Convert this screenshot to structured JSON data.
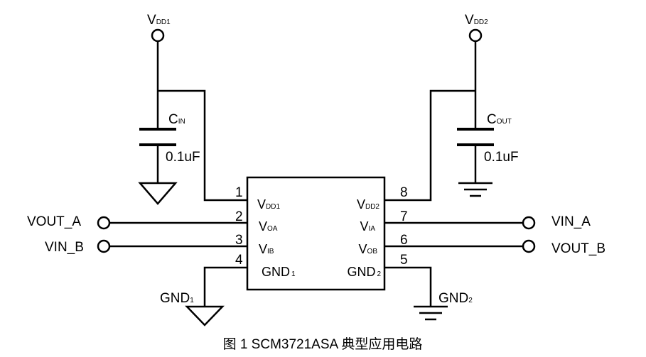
{
  "diagram": {
    "chip": {
      "pins": [
        {
          "num": "1",
          "main": "V",
          "sub": "DD1"
        },
        {
          "num": "2",
          "main": "V",
          "sub": "OA"
        },
        {
          "num": "3",
          "main": "V",
          "sub": "IB"
        },
        {
          "num": "4",
          "main": "GND",
          "sub": "1"
        },
        {
          "num": "5",
          "main": "GND",
          "sub": "2"
        },
        {
          "num": "6",
          "main": "V",
          "sub": "OB"
        },
        {
          "num": "7",
          "main": "V",
          "sub": "IA"
        },
        {
          "num": "8",
          "main": "V",
          "sub": "DD2"
        }
      ]
    },
    "supplies": {
      "vdd1": {
        "main": "V",
        "sub": "DD1"
      },
      "vdd2": {
        "main": "V",
        "sub": "DD2"
      }
    },
    "capacitors": {
      "cin": {
        "main": "C",
        "sub": "IN",
        "value": "0.1uF"
      },
      "cout": {
        "main": "C",
        "sub": "OUT",
        "value": "0.1uF"
      }
    },
    "signals": {
      "vout_a": "VOUT_A",
      "vin_b": "VIN_B",
      "vin_a": "VIN_A",
      "vout_b": "VOUT_B"
    },
    "grounds": {
      "gnd1": {
        "main": "GND",
        "sub": "1"
      },
      "gnd2": {
        "main": "GND",
        "sub": "2"
      }
    },
    "caption": "图 1 SCM3721ASA 典型应用电路"
  }
}
